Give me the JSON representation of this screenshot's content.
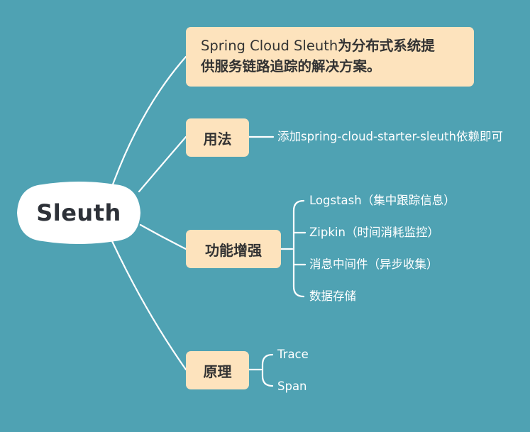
{
  "root": {
    "label": "Sleuth"
  },
  "description": {
    "latin": "Spring Cloud Sleuth",
    "line1_rest": "为分布式系统提",
    "line2": "供服务链路追踪的解决方案。"
  },
  "usage": {
    "label": "用法",
    "detail": "添加spring-cloud-starter-sleuth依赖即可"
  },
  "enhancement": {
    "label": "功能增强",
    "items": [
      "Logstash（集中跟踪信息）",
      "Zipkin（时间消耗监控）",
      "消息中间件（异步收集）",
      "数据存储"
    ]
  },
  "principle": {
    "label": "原理",
    "items": [
      "Trace",
      "Span"
    ]
  },
  "colors": {
    "background": "#4fa2b3",
    "topic_fill": "#fde3bd",
    "root_fill": "#ffffff",
    "connector": "#ffffff"
  }
}
